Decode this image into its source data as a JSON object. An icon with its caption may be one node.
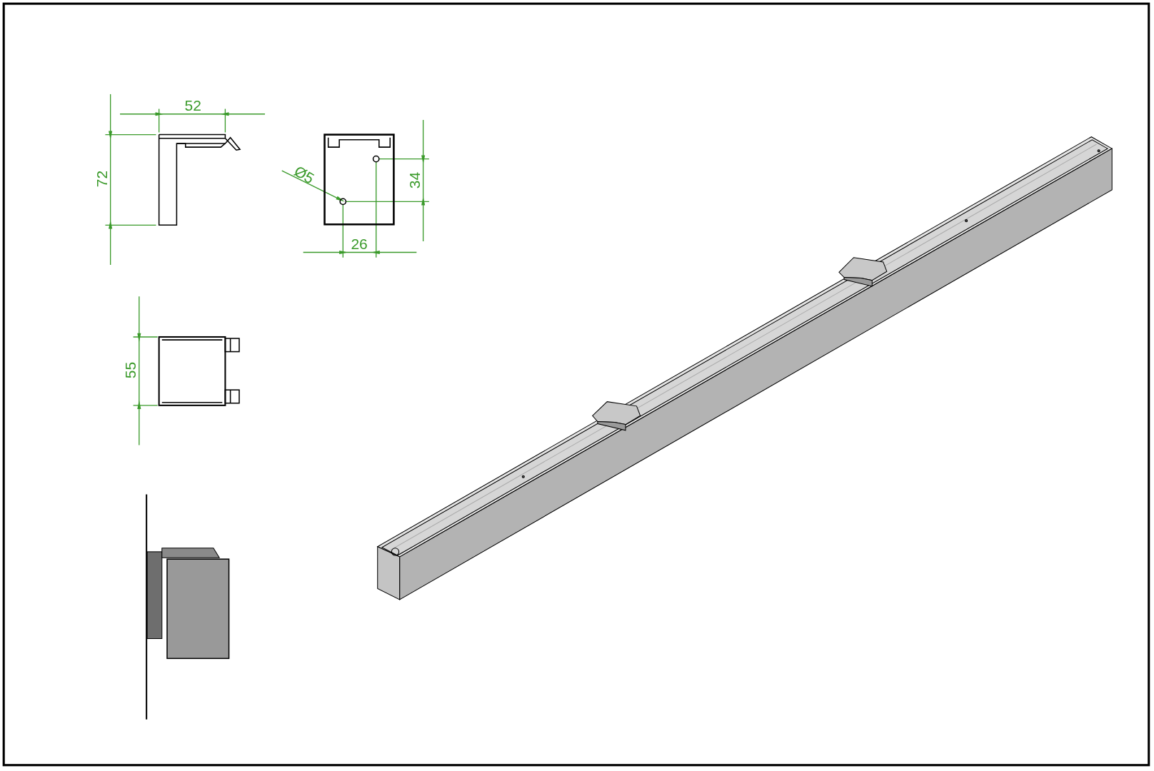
{
  "diagram": {
    "labels": [
      "52",
      "72",
      "Ø5",
      "34",
      "26",
      "55"
    ]
  }
}
